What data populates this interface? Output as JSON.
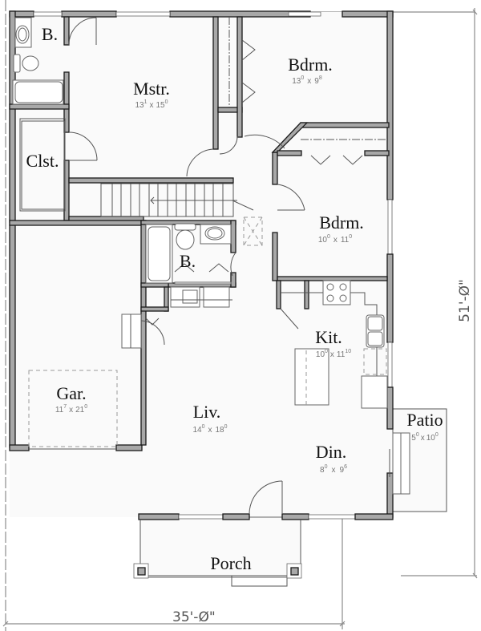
{
  "plan": {
    "type": "floor plan",
    "overall_width": "35'-Ø\"",
    "overall_depth": "51'-Ø\""
  },
  "rooms": {
    "bath_master": {
      "label": "B.",
      "size": ""
    },
    "master": {
      "label": "Mstr.",
      "size_w": "13",
      "size_w_in": "1",
      "size_d": "15",
      "size_d_in": "0"
    },
    "closet": {
      "label": "Clst.",
      "size": ""
    },
    "bedroom_1": {
      "label": "Bdrm.",
      "size_w": "13",
      "size_w_in": "0",
      "size_d": "9",
      "size_d_in": "8"
    },
    "bedroom_2": {
      "label": "Bdrm.",
      "size_w": "10",
      "size_w_in": "0",
      "size_d": "11",
      "size_d_in": "0"
    },
    "bath_hall": {
      "label": "B.",
      "size": ""
    },
    "kitchen": {
      "label": "Kit.",
      "size_w": "10",
      "size_w_in": "0",
      "size_d": "11",
      "size_d_in": "10"
    },
    "garage": {
      "label": "Gar.",
      "size_w": "11",
      "size_w_in": "7",
      "size_d": "21",
      "size_d_in": "0"
    },
    "living": {
      "label": "Liv.",
      "size_w": "14",
      "size_w_in": "0",
      "size_d": "18",
      "size_d_in": "0"
    },
    "dining": {
      "label": "Din.",
      "size_w": "8",
      "size_w_in": "0",
      "size_d": "9",
      "size_d_in": "6"
    },
    "patio": {
      "label": "Patio",
      "size_w": "5",
      "size_w_in": "0",
      "size_d": "10",
      "size_d_in": "0"
    },
    "porch": {
      "label": "Porch",
      "size": ""
    }
  },
  "symbols": {
    "x": "x",
    "stair_arrow": "up-arrow"
  }
}
